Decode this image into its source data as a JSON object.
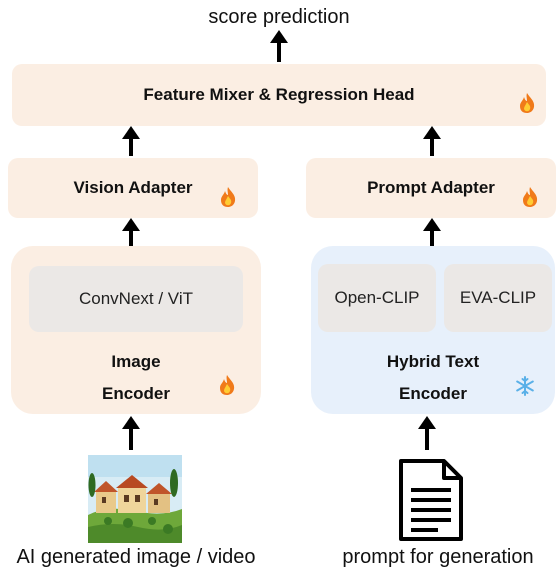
{
  "output_label": "score prediction",
  "mixer": {
    "title": "Feature Mixer & Regression Head",
    "icon": "flame-icon"
  },
  "vision_adapter": {
    "title": "Vision Adapter",
    "icon": "flame-icon"
  },
  "prompt_adapter": {
    "title": "Prompt Adapter",
    "icon": "flame-icon"
  },
  "image_encoder": {
    "title_line1": "Image",
    "title_line2": "Encoder",
    "inner": "ConvNext / ViT",
    "icon": "flame-icon"
  },
  "text_encoder": {
    "title_line1": "Hybrid Text",
    "title_line2": "Encoder",
    "inner_left": "Open-CLIP",
    "inner_right": "EVA-CLIP",
    "icon": "snowflake-icon"
  },
  "inputs": {
    "image_caption": "AI generated image / video",
    "prompt_caption": "prompt for generation",
    "image_icon": "generated-image-thumbnail",
    "prompt_icon": "document-icon"
  },
  "colors": {
    "trainable_bg": "#fbeee3",
    "frozen_bg": "#e7f0fb",
    "inner_bg": "#ebe8e6",
    "arrow": "#000000"
  }
}
